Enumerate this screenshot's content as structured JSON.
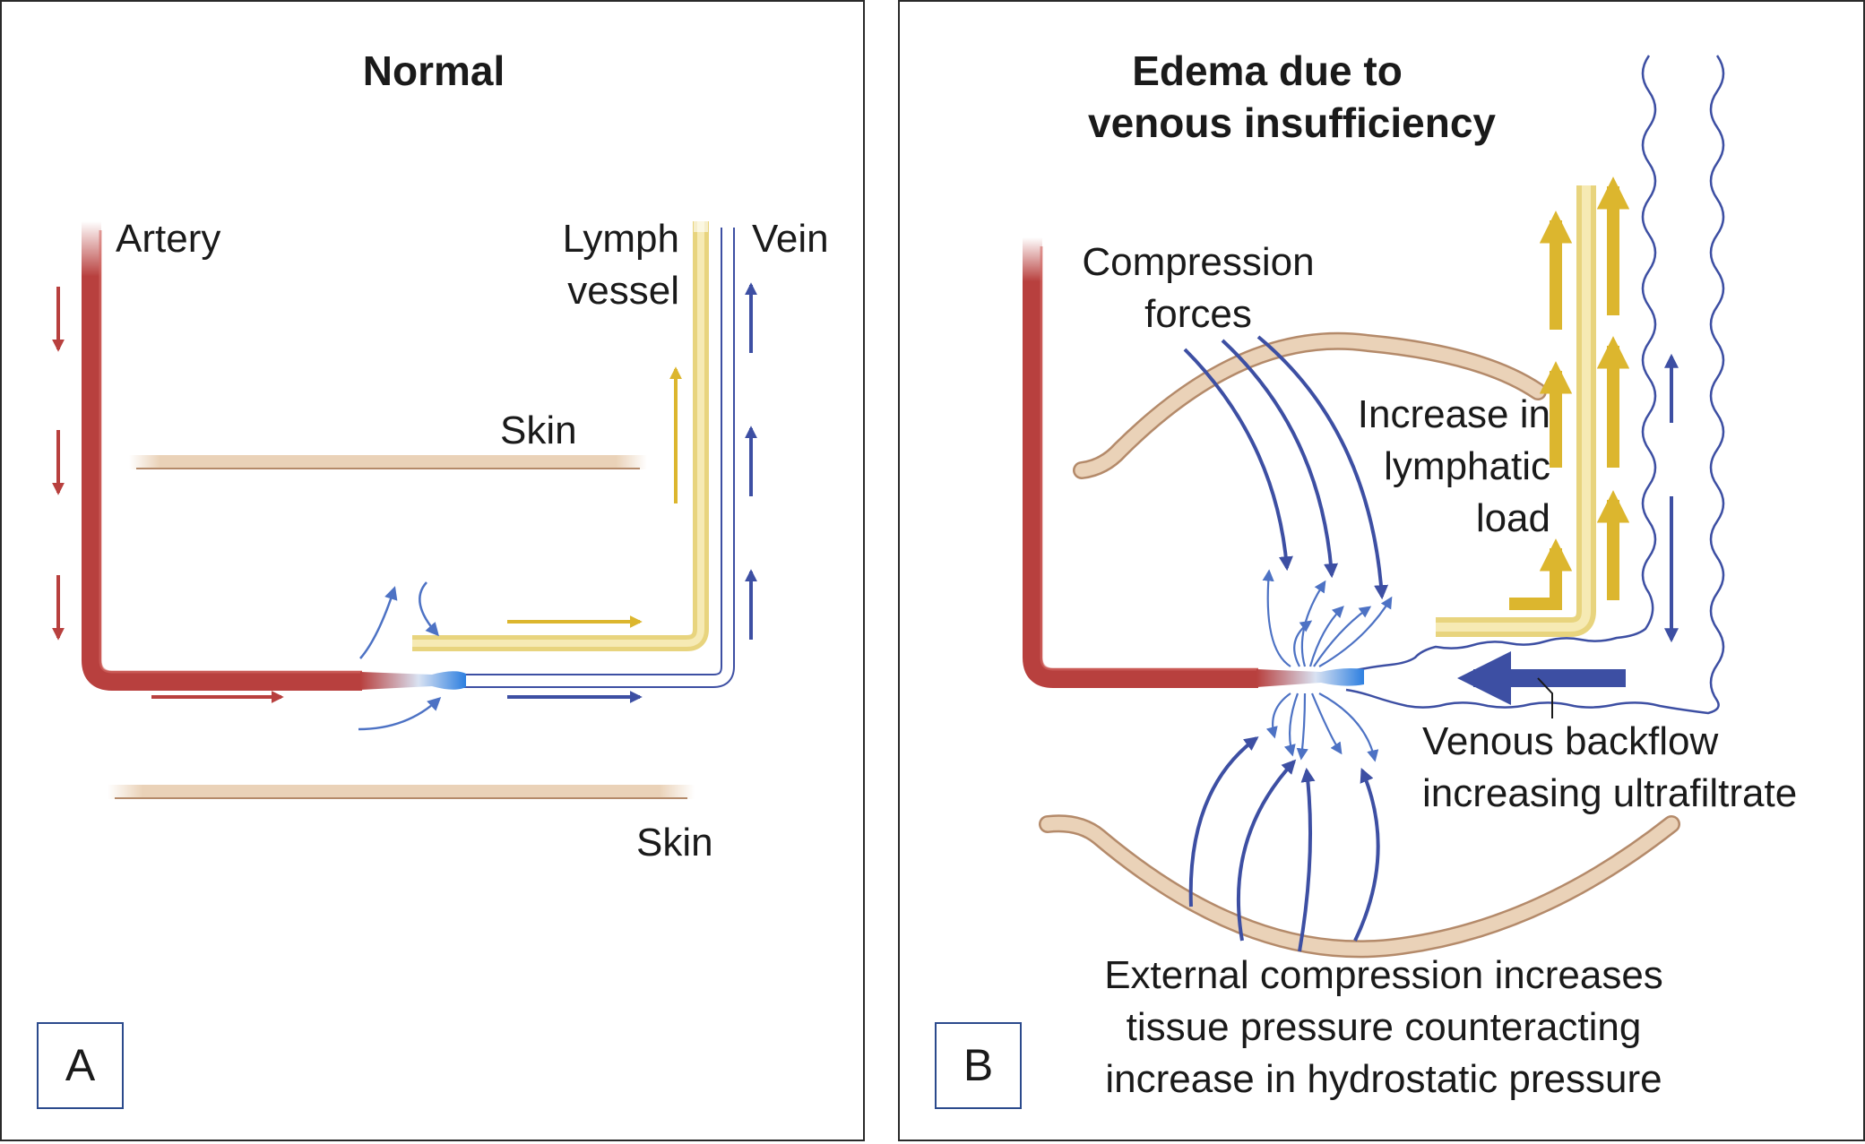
{
  "panel_a": {
    "title": "Normal",
    "labels": {
      "artery": "Artery",
      "lymph_vessel": [
        "Lymph",
        "vessel"
      ],
      "vein": "Vein",
      "skin_top": "Skin",
      "skin_bottom": "Skin"
    },
    "letter": "A"
  },
  "panel_b": {
    "title": [
      "Edema due to",
      "venous insufficiency"
    ],
    "labels": {
      "compression_forces": [
        "Compression",
        "forces"
      ],
      "lymphatic_load": [
        "Increase in",
        "lymphatic",
        "load"
      ],
      "venous_backflow": [
        "Venous backflow",
        "increasing ultrafiltrate"
      ],
      "external_compression": [
        "External compression increases",
        "tissue pressure counteracting",
        "increase in hydrostatic pressure"
      ]
    },
    "letter": "B"
  },
  "colors": {
    "artery": "#b8403e",
    "vein_arrow": "#3d4fa3",
    "fluid_arrow": "#4d72c4",
    "lymph": "#dcb62e",
    "skin": "#ead2b8",
    "border": "#2b4a8c"
  }
}
